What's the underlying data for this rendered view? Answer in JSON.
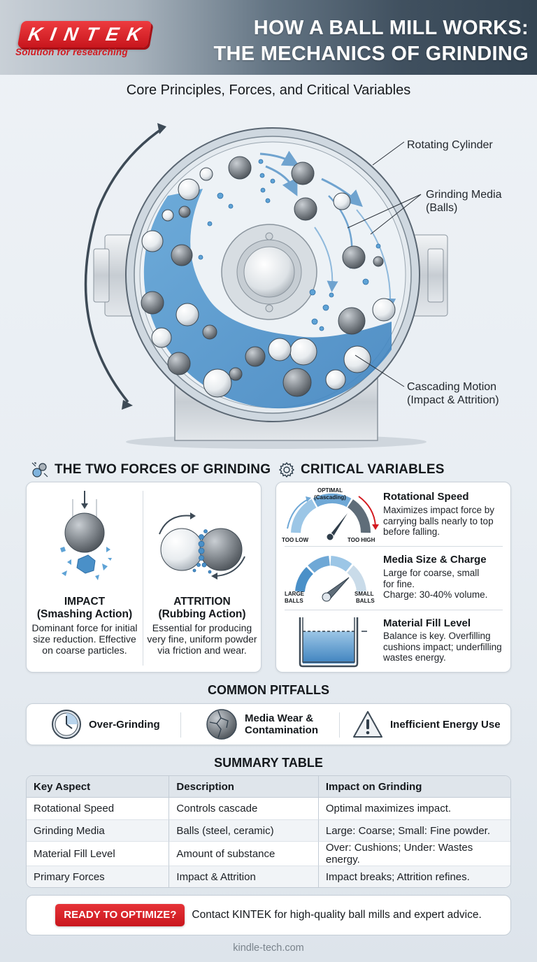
{
  "header": {
    "logo_text": "KINTEK",
    "logo_tagline": "Solution for researching",
    "title_line1": "HOW A BALL MILL WORKS:",
    "title_line2": "THE MECHANICS OF GRINDING",
    "subtitle": "Core Principles, Forces, and Critical Variables"
  },
  "diagram": {
    "labels": {
      "rotating_cylinder": "Rotating Cylinder",
      "grinding_media_1": "Grinding Media",
      "grinding_media_2": "(Balls)",
      "cascading_1": "Cascading Motion",
      "cascading_2": "(Impact & Attrition)"
    }
  },
  "forces": {
    "section_title": "THE TWO FORCES OF GRINDING",
    "items": [
      {
        "title": "IMPACT",
        "subtitle": "(Smashing Action)",
        "description": "Dominant force for initial size reduction. Effective on coarse particles."
      },
      {
        "title": "ATTRITION",
        "subtitle": "(Rubbing Action)",
        "description": "Essential for producing very fine, uniform powder via friction and wear."
      }
    ]
  },
  "variables": {
    "section_title": "CRITICAL VARIABLES",
    "items": [
      {
        "title": "Rotational Speed",
        "description": "Maximizes impact force by carrying balls nearly to top before falling.",
        "gauge_top": "OPTIMAL",
        "gauge_top2": "(Cascading)",
        "gauge_left": "TOO LOW",
        "gauge_right": "TOO HIGH"
      },
      {
        "title": "Media Size & Charge",
        "description_1": "Large for coarse, small for fine.",
        "description_2": "Charge: 30-40% volume.",
        "gauge_left_1": "LARGE",
        "gauge_left_2": "BALLS",
        "gauge_right_1": "SMALL",
        "gauge_right_2": "BALLS"
      },
      {
        "title": "Material Fill Level",
        "description": "Balance is key. Overfilling cushions impact; underfilling wastes energy."
      }
    ]
  },
  "pitfalls": {
    "section_title": "COMMON PITFALLS",
    "items": [
      {
        "label": "Over-Grinding",
        "icon": "clock-icon"
      },
      {
        "label_1": "Media Wear &",
        "label_2": "Contamination",
        "icon": "cracked-ball-icon"
      },
      {
        "label": "Inefficient Energy Use",
        "icon": "warning-icon"
      }
    ]
  },
  "summary_table": {
    "title": "SUMMARY TABLE",
    "columns": [
      "Key Aspect",
      "Description",
      "Impact on Grinding"
    ],
    "rows": [
      [
        "Rotational Speed",
        "Controls cascade",
        "Optimal maximizes impact."
      ],
      [
        "Grinding Media",
        "Balls (steel, ceramic)",
        "Large: Coarse; Small: Fine powder."
      ],
      [
        "Material Fill Level",
        "Amount of substance",
        "Over: Cushions; Under: Wastes energy."
      ],
      [
        "Primary Forces",
        "Impact & Attrition",
        "Impact breaks; Attrition refines."
      ]
    ]
  },
  "cta": {
    "button_label": "READY TO OPTIMIZE?",
    "text": "Contact KINTEK for high-quality ball mills and expert advice."
  },
  "footer": {
    "url": "kindle-tech.com"
  },
  "colors": {
    "brand_red": "#d3191f",
    "header_dark": "#344452",
    "accent_blue": "#4a90c8",
    "text_dark": "#14181c"
  }
}
